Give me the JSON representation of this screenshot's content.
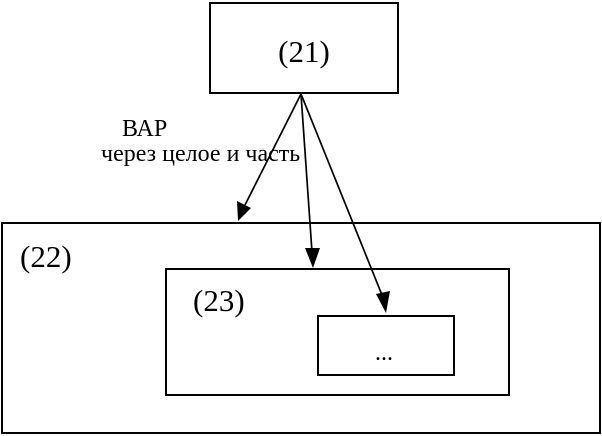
{
  "diagram": {
    "box_21": {
      "label": "(21)"
    },
    "box_22": {
      "label": "(22)"
    },
    "box_23": {
      "label": "(23)"
    },
    "box_more": {
      "label": "..."
    },
    "annotation": {
      "line1": "ВАР",
      "line2": "через целое и часть"
    }
  }
}
